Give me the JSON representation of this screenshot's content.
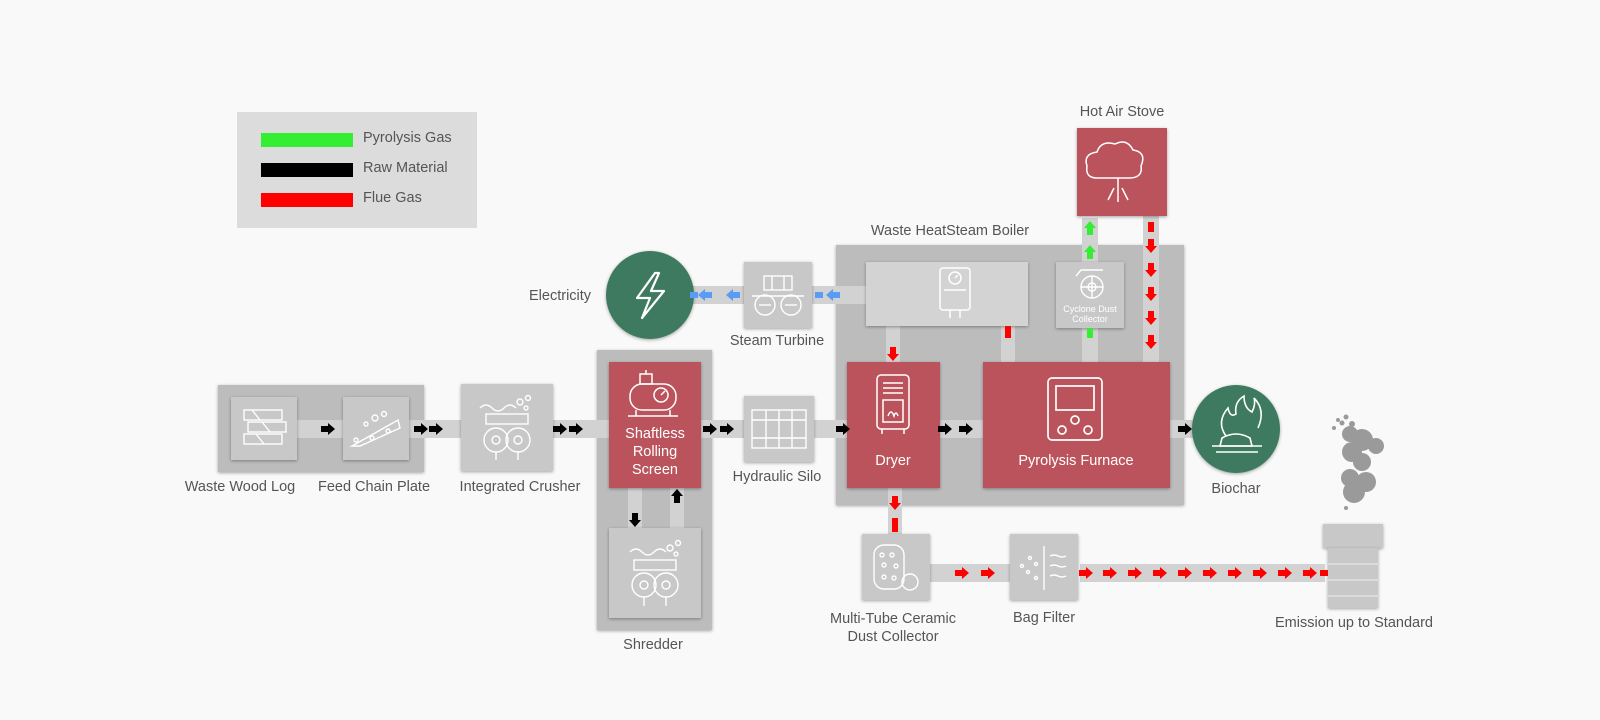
{
  "legend": {
    "items": [
      {
        "label": "Pyrolysis Gas",
        "color": "#33ee33"
      },
      {
        "label": "Raw Material",
        "color": "#000000"
      },
      {
        "label": "Flue Gas",
        "color": "#ff0000"
      }
    ]
  },
  "nodes": {
    "waste_wood_log": "Waste Wood Log",
    "feed_chain_plate": "Feed Chain Plate",
    "integrated_crusher": "Integrated Crusher",
    "shaftless_rolling_screen": "Shaftless Rolling Screen",
    "shredder": "Shredder",
    "hydraulic_silo": "Hydraulic Silo",
    "dryer": "Dryer",
    "pyrolysis_furnace": "Pyrolysis Furnace",
    "biochar": "Biochar",
    "waste_heat_steam_boiler": "Waste HeatSteam Boiler",
    "steam_turbine": "Steam Turbine",
    "electricity": "Electricity",
    "hot_air_stove": "Hot Air Stove",
    "cyclone_dust_collector": "Cyclone Dust Collector",
    "multi_tube_ceramic_dust_collector": "Multi-Tube Ceramic Dust Collector",
    "bag_filter": "Bag Filter",
    "emission": "Emission up to Standard"
  },
  "colors": {
    "equipment_red": "#bb525c",
    "equipment_grey": "#c8c8c8",
    "group_grey": "#bcbcbc",
    "pipe_grey": "#d2d2d2",
    "circle_green": "#3c7a60",
    "steam_blue": "#5a9cf5"
  }
}
